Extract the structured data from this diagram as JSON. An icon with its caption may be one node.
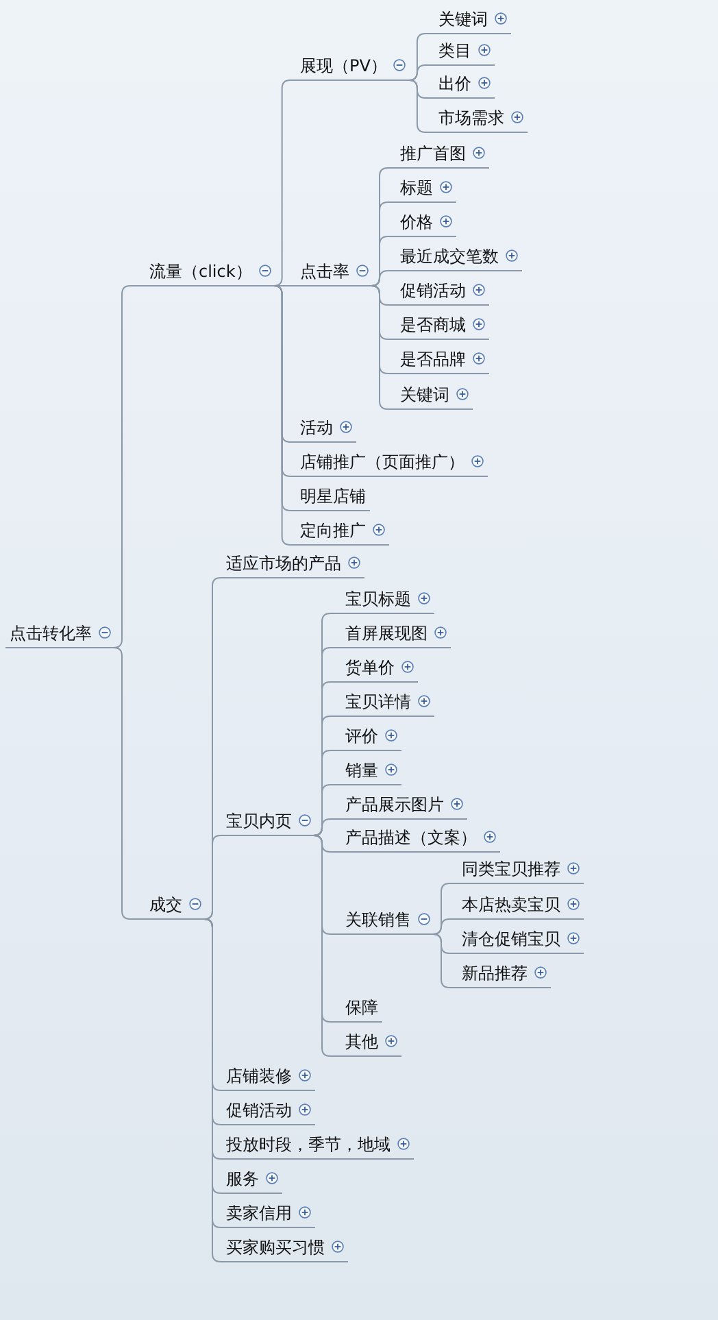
{
  "diagram": {
    "nodes": [
      {
        "text": [
          "点击转化率"
        ]
      },
      {
        "text": [
          "流量（click）"
        ]
      },
      {
        "text": [
          "展现（PV）"
        ]
      },
      {
        "text": [
          "关键词"
        ]
      },
      {
        "text": [
          "类目"
        ]
      },
      {
        "text": [
          "出价"
        ]
      },
      {
        "text": [
          "市场需求"
        ]
      },
      {
        "text": [
          "点击率"
        ]
      },
      {
        "text": [
          "推广首图"
        ]
      },
      {
        "text": [
          "标题"
        ]
      },
      {
        "text": [
          "价格"
        ]
      },
      {
        "text": [
          "最近成交笔数"
        ]
      },
      {
        "text": [
          "促销活动"
        ]
      },
      {
        "text": [
          "是否商城"
        ]
      },
      {
        "text": [
          "是否品牌"
        ]
      },
      {
        "text": [
          "关键词"
        ]
      },
      {
        "text": [
          "活动"
        ]
      },
      {
        "text": [
          "店铺推广（页面推广）"
        ]
      },
      {
        "text": [
          "明星店铺"
        ]
      },
      {
        "text": [
          "定向推广"
        ]
      },
      {
        "text": [
          "成交"
        ]
      },
      {
        "text": [
          "适应市场的产品"
        ]
      },
      {
        "text": [
          "宝贝内页"
        ]
      },
      {
        "text": [
          "宝贝标题"
        ]
      },
      {
        "text": [
          "首屏展现图"
        ]
      },
      {
        "text": [
          "货单价"
        ]
      },
      {
        "text": [
          "宝贝详情"
        ]
      },
      {
        "text": [
          "评价"
        ]
      },
      {
        "text": [
          "销量"
        ]
      },
      {
        "text": [
          "产品展示图片"
        ]
      },
      {
        "text": [
          "产品描述（文案）"
        ]
      },
      {
        "text": [
          "关联销售"
        ]
      },
      {
        "text": [
          "同类宝贝推荐"
        ]
      },
      {
        "text": [
          "本店热卖宝贝"
        ]
      },
      {
        "text": [
          "清仓促销宝贝"
        ]
      },
      {
        "text": [
          "新品推荐"
        ]
      },
      {
        "text": [
          "保障"
        ]
      },
      {
        "text": [
          "其他"
        ]
      },
      {
        "text": [
          "店铺装修"
        ]
      },
      {
        "text": [
          "促销活动"
        ]
      },
      {
        "text": [
          "投放时段，季节，地域"
        ]
      },
      {
        "text": [
          "服务"
        ]
      },
      {
        "text": [
          "卖家信用"
        ]
      },
      {
        "text": [
          "买家购买习惯"
        ]
      }
    ],
    "edges": [
      {
        "from": 0,
        "to": 1,
        "arrow": "none"
      },
      {
        "from": 1,
        "to": 2,
        "arrow": "none"
      },
      {
        "from": 2,
        "to": 3,
        "arrow": "none"
      },
      {
        "from": 2,
        "to": 4,
        "arrow": "none"
      },
      {
        "from": 2,
        "to": 5,
        "arrow": "none"
      },
      {
        "from": 2,
        "to": 6,
        "arrow": "none"
      },
      {
        "from": 1,
        "to": 7,
        "arrow": "none"
      },
      {
        "from": 7,
        "to": 8,
        "arrow": "none"
      },
      {
        "from": 7,
        "to": 9,
        "arrow": "none"
      },
      {
        "from": 7,
        "to": 10,
        "arrow": "none"
      },
      {
        "from": 7,
        "to": 11,
        "arrow": "none"
      },
      {
        "from": 7,
        "to": 12,
        "arrow": "none"
      },
      {
        "from": 7,
        "to": 13,
        "arrow": "none"
      },
      {
        "from": 7,
        "to": 14,
        "arrow": "none"
      },
      {
        "from": 7,
        "to": 15,
        "arrow": "none"
      },
      {
        "from": 1,
        "to": 16,
        "arrow": "none"
      },
      {
        "from": 1,
        "to": 17,
        "arrow": "none"
      },
      {
        "from": 1,
        "to": 18,
        "arrow": "none"
      },
      {
        "from": 1,
        "to": 19,
        "arrow": "none"
      },
      {
        "from": 0,
        "to": 20,
        "arrow": "none"
      },
      {
        "from": 20,
        "to": 21,
        "arrow": "none"
      },
      {
        "from": 20,
        "to": 22,
        "arrow": "none"
      },
      {
        "from": 22,
        "to": 23,
        "arrow": "none"
      },
      {
        "from": 22,
        "to": 24,
        "arrow": "none"
      },
      {
        "from": 22,
        "to": 25,
        "arrow": "none"
      },
      {
        "from": 22,
        "to": 26,
        "arrow": "none"
      },
      {
        "from": 22,
        "to": 27,
        "arrow": "none"
      },
      {
        "from": 22,
        "to": 28,
        "arrow": "none"
      },
      {
        "from": 22,
        "to": 29,
        "arrow": "none"
      },
      {
        "from": 22,
        "to": 30,
        "arrow": "none"
      },
      {
        "from": 22,
        "to": 31,
        "arrow": "none"
      },
      {
        "from": 31,
        "to": 32,
        "arrow": "none"
      },
      {
        "from": 31,
        "to": 33,
        "arrow": "none"
      },
      {
        "from": 31,
        "to": 34,
        "arrow": "none"
      },
      {
        "from": 31,
        "to": 35,
        "arrow": "none"
      },
      {
        "from": 22,
        "to": 36,
        "arrow": "none"
      },
      {
        "from": 22,
        "to": 37,
        "arrow": "none"
      },
      {
        "from": 20,
        "to": 38,
        "arrow": "none"
      },
      {
        "from": 20,
        "to": 39,
        "arrow": "none"
      },
      {
        "from": 20,
        "to": 40,
        "arrow": "none"
      },
      {
        "from": 20,
        "to": 41,
        "arrow": "none"
      },
      {
        "from": 20,
        "to": 42,
        "arrow": "none"
      },
      {
        "from": 20,
        "to": 43,
        "arrow": "none"
      }
    ]
  }
}
